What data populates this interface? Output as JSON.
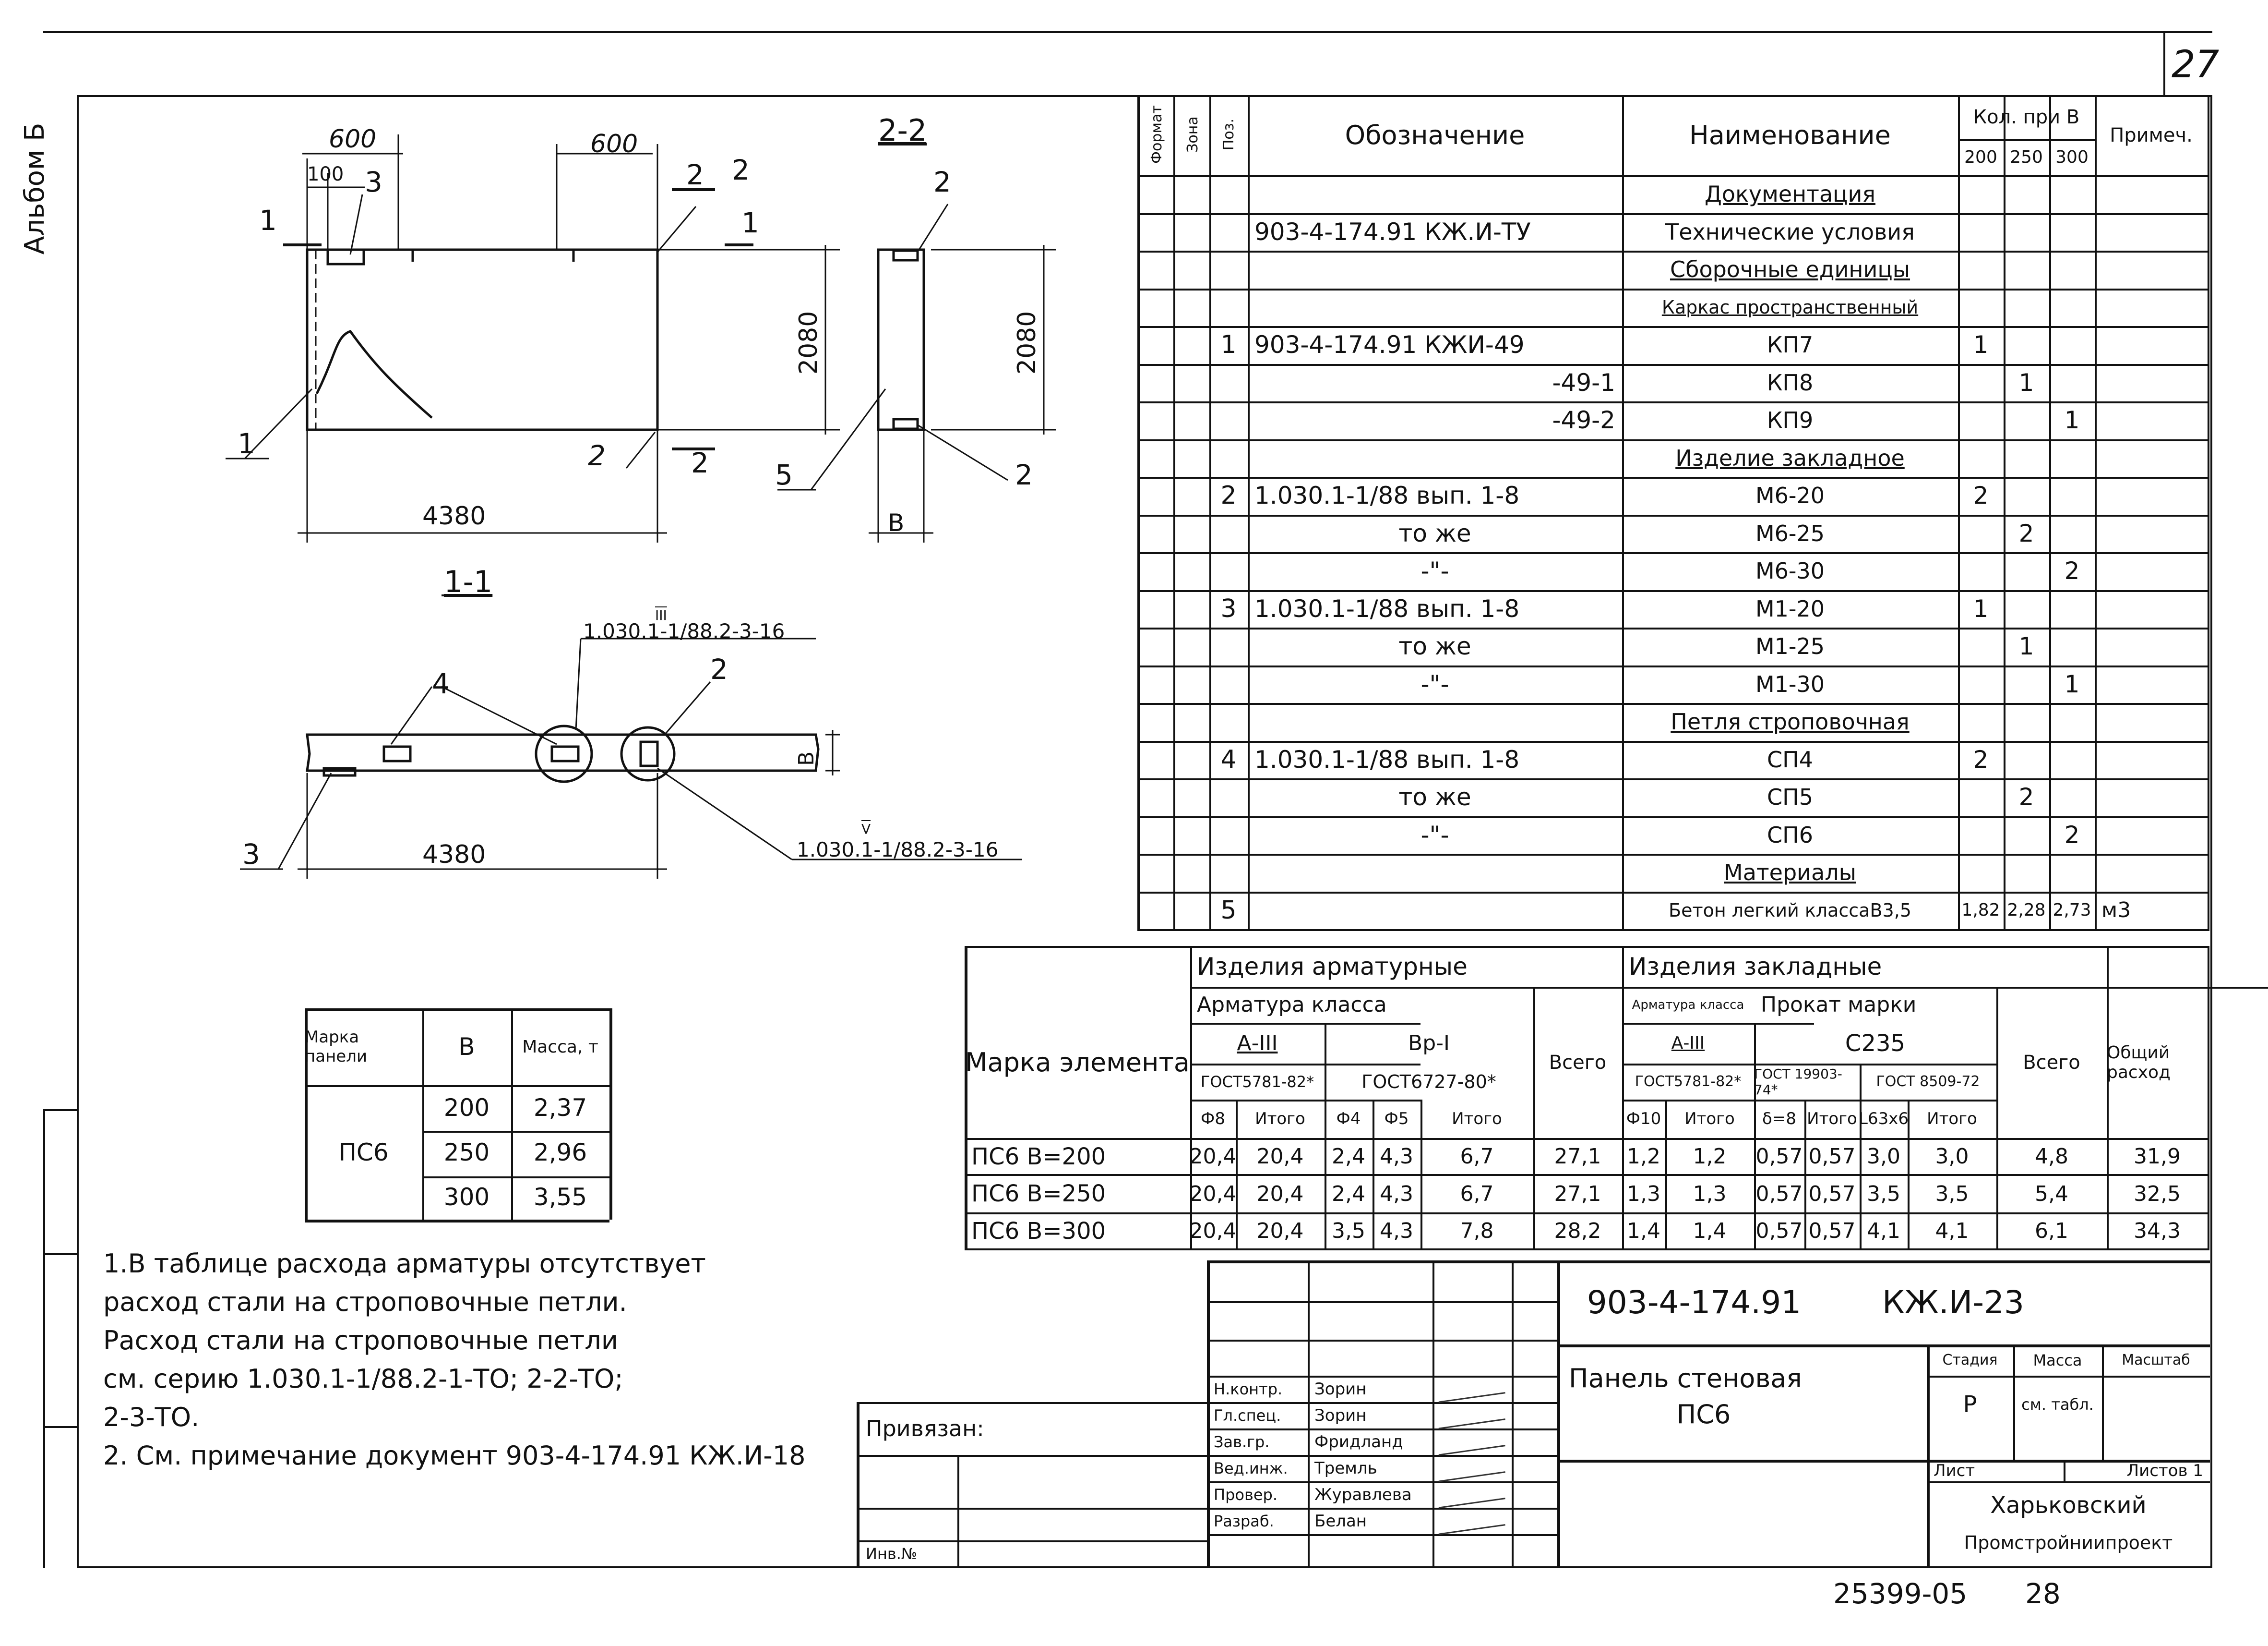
{
  "sheet": {
    "page_number": "27",
    "album_label": "Альбом Б",
    "archive_number": "25399-05",
    "archive_page": "28"
  },
  "drawing": {
    "view_22_label": "2-2",
    "view_11_label": "1-1",
    "dims": {
      "d600a": "600",
      "d600b": "600",
      "d100": "100",
      "d2080a": "2080",
      "d2080b": "2080",
      "d4380a": "4380",
      "d4380b": "4380",
      "dB": "В",
      "dB2": "В"
    },
    "callouts": {
      "c1a": "1",
      "c1b": "1",
      "c2a": "2",
      "c2b": "2",
      "c2c": "2",
      "c2d": "2",
      "c2e": "2",
      "c2f": "2",
      "c2g": "2",
      "c3a": "3",
      "c3b": "3",
      "c4": "4",
      "c5": "5",
      "c1sec": "1",
      "c1sec2": "1"
    },
    "ref_iii": "III",
    "ref_iii_text": "1.030.1-1/88.2-3-16",
    "ref_v": "V",
    "ref_v_text": "1.030.1-1/88.2-3-16"
  },
  "spec": {
    "headers": {
      "format": "Формат",
      "zone": "Зона",
      "pos": "Поз.",
      "designation": "Обозначение",
      "name": "Наименование",
      "qty": "Кол. при В",
      "q200": "200",
      "q250": "250",
      "q300": "300",
      "note": "Примеч."
    },
    "rows": [
      {
        "pos": "",
        "designation": "",
        "name": "Документация",
        "u": true,
        "q200": "",
        "q250": "",
        "q300": "",
        "note": ""
      },
      {
        "pos": "",
        "designation": "903-4-174.91 КЖ.И-ТУ",
        "name": "Технические условия",
        "u": false,
        "q200": "",
        "q250": "",
        "q300": "",
        "note": ""
      },
      {
        "pos": "",
        "designation": "",
        "name": "Сборочные единицы",
        "u": true,
        "q200": "",
        "q250": "",
        "q300": "",
        "note": ""
      },
      {
        "pos": "",
        "designation": "",
        "name": "Каркас пространственный",
        "u": true,
        "q200": "",
        "q250": "",
        "q300": "",
        "note": ""
      },
      {
        "pos": "1",
        "designation": "903-4-174.91  КЖИ-49",
        "name": "КП7",
        "u": false,
        "q200": "1",
        "q250": "",
        "q300": "",
        "note": ""
      },
      {
        "pos": "",
        "designation": "-49-1",
        "name": "КП8",
        "u": false,
        "q200": "",
        "q250": "1",
        "q300": "",
        "note": ""
      },
      {
        "pos": "",
        "designation": "-49-2",
        "name": "КП9",
        "u": false,
        "q200": "",
        "q250": "",
        "q300": "1",
        "note": ""
      },
      {
        "pos": "",
        "designation": "",
        "name": "Изделие закладное",
        "u": true,
        "q200": "",
        "q250": "",
        "q300": "",
        "note": ""
      },
      {
        "pos": "2",
        "designation": "1.030.1-1/88 вып. 1-8",
        "name": "М6-20",
        "u": false,
        "q200": "2",
        "q250": "",
        "q300": "",
        "note": ""
      },
      {
        "pos": "",
        "designation": "то же",
        "name": "М6-25",
        "u": false,
        "q200": "",
        "q250": "2",
        "q300": "",
        "note": ""
      },
      {
        "pos": "",
        "designation": "-\"-",
        "name": "М6-30",
        "u": false,
        "q200": "",
        "q250": "",
        "q300": "2",
        "note": ""
      },
      {
        "pos": "3",
        "designation": "1.030.1-1/88 вып. 1-8",
        "name": "М1-20",
        "u": false,
        "q200": "1",
        "q250": "",
        "q300": "",
        "note": ""
      },
      {
        "pos": "",
        "designation": "то же",
        "name": "М1-25",
        "u": false,
        "q200": "",
        "q250": "1",
        "q300": "",
        "note": ""
      },
      {
        "pos": "",
        "designation": "-\"-",
        "name": "М1-30",
        "u": false,
        "q200": "",
        "q250": "",
        "q300": "1",
        "note": ""
      },
      {
        "pos": "",
        "designation": "",
        "name": "Петля строповочная",
        "u": true,
        "q200": "",
        "q250": "",
        "q300": "",
        "note": ""
      },
      {
        "pos": "4",
        "designation": "1.030.1-1/88 вып. 1-8",
        "name": "СП4",
        "u": false,
        "q200": "2",
        "q250": "",
        "q300": "",
        "note": ""
      },
      {
        "pos": "",
        "designation": "то же",
        "name": "СП5",
        "u": false,
        "q200": "",
        "q250": "2",
        "q300": "",
        "note": ""
      },
      {
        "pos": "",
        "designation": "-\"-",
        "name": "СП6",
        "u": false,
        "q200": "",
        "q250": "",
        "q300": "2",
        "note": ""
      },
      {
        "pos": "",
        "designation": "",
        "name": "Материалы",
        "u": true,
        "q200": "",
        "q250": "",
        "q300": "",
        "note": ""
      },
      {
        "pos": "5",
        "designation": "",
        "name": "Бетон легкий классаВ3,5",
        "u": false,
        "q200": "1,82",
        "q250": "2,28",
        "q300": "2,73",
        "note": "м3"
      }
    ]
  },
  "steel": {
    "h_mark": "Марка элемента",
    "h_rebar": "Изделия арматурные",
    "h_embed": "Изделия закладные",
    "h_total_all": "Общий расход",
    "h_rebar_class": "Арматура класса",
    "h_a3": "А-III",
    "h_bp1": "Вр-I",
    "h_gost5781": "ГОСТ5781-82*",
    "h_gost6727": "ГОСТ6727-80*",
    "h_total": "Всего",
    "h_e_rebar_class": "Арматура класса",
    "h_e_a3": "А-III",
    "h_rolled": "Прокат марки",
    "h_c235": "С235",
    "h_e_gost5781": "ГОСТ5781-82*",
    "h_gost19903": "ГОСТ 19903-74*",
    "h_gost8509": "ГОСТ 8509-72",
    "h_e_total": "Всего",
    "sub": [
      "Ф8",
      "Итого",
      "Ф4",
      "Ф5",
      "Итого",
      "Ф10",
      "Итого",
      "δ=8",
      "Итого",
      "L63х6",
      "Итого"
    ],
    "rows": [
      {
        "mark": "ПС6  В=200",
        "v": [
          "20,4",
          "20,4",
          "2,4",
          "4,3",
          "6,7",
          "27,1",
          "1,2",
          "1,2",
          "0,57",
          "0,57",
          "3,0",
          "3,0",
          "4,8",
          "31,9"
        ]
      },
      {
        "mark": "ПС6  В=250",
        "v": [
          "20,4",
          "20,4",
          "2,4",
          "4,3",
          "6,7",
          "27,1",
          "1,3",
          "1,3",
          "0,57",
          "0,57",
          "3,5",
          "3,5",
          "5,4",
          "32,5"
        ]
      },
      {
        "mark": "ПС6  В=300",
        "v": [
          "20,4",
          "20,4",
          "3,5",
          "4,3",
          "7,8",
          "28,2",
          "1,4",
          "1,4",
          "0,57",
          "0,57",
          "4,1",
          "4,1",
          "6,1",
          "34,3"
        ]
      }
    ]
  },
  "mass": {
    "h_mark": "Марка панели",
    "h_b": "В",
    "h_mass": "Масса, т",
    "mark": "ПС6",
    "rows": [
      {
        "b": "200",
        "m": "2,37"
      },
      {
        "b": "250",
        "m": "2,96"
      },
      {
        "b": "300",
        "m": "3,55"
      }
    ]
  },
  "notes": {
    "line1": "1.В таблице расхода арматуры отсутствует",
    "line2": "расход стали на строповочные петли.",
    "line3": "Расход стали на строповочные петли",
    "line4": "см. серию 1.030.1-1/88.2-1-ТО; 2-2-ТО;",
    "line5": "2-3-ТО.",
    "line6": "2. См. примечание документ 903-4-174.91 КЖ.И-18"
  },
  "title_block": {
    "doc_code": "903-4-174.91",
    "doc_code2": "КЖ.И-23",
    "title": "Панель стеновая",
    "title2": "ПС6",
    "stage_h": "Стадия",
    "mass_h": "Масса",
    "scale_h": "Масштаб",
    "stage": "Р",
    "mass": "см. табл.",
    "sheet_h": "Лист",
    "sheets_h": "Листов 1",
    "org": "Харьковский",
    "org2": "Промстройниипроект",
    "bound": "Привязан:",
    "inv": "Инв.№",
    "roles": [
      {
        "role": "Н.контр.",
        "name": "Зорин"
      },
      {
        "role": "Гл.спец.",
        "name": "Зорин"
      },
      {
        "role": "Зав.гр.",
        "name": "Фридланд"
      },
      {
        "role": "Вед.инж.",
        "name": "Тремль"
      },
      {
        "role": "Провер.",
        "name": "Журавлева"
      },
      {
        "role": "Разраб.",
        "name": "Белан"
      }
    ]
  }
}
